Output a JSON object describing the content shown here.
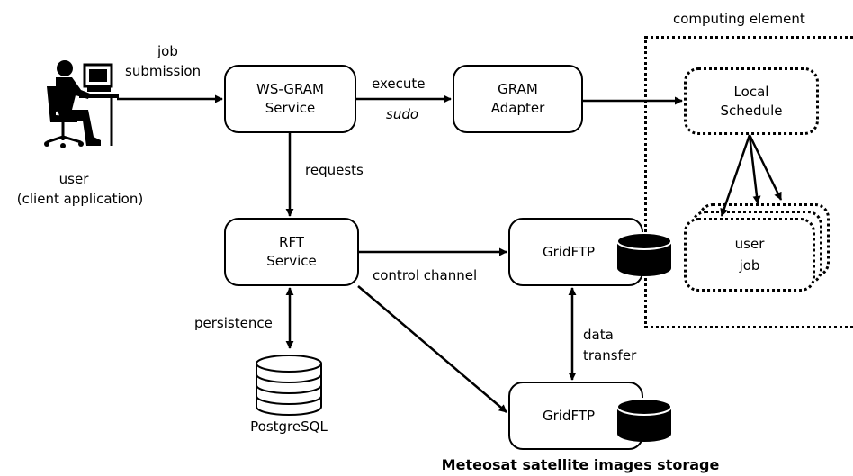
{
  "user": {
    "label": "user",
    "sublabel": "(client application)"
  },
  "edges": {
    "job": "job",
    "submission": "submission",
    "execute": "execute",
    "sudo": "sudo",
    "requests": "requests",
    "control_channel": "control channel",
    "persistence": "persistence",
    "data": "data",
    "transfer": "transfer"
  },
  "nodes": {
    "ws_gram": [
      "WS-GRAM",
      "Service"
    ],
    "gram_adapter": [
      "GRAM",
      "Adapter"
    ],
    "local_schedule": [
      "Local",
      "Schedule"
    ],
    "rft": [
      "RFT",
      "Service"
    ],
    "gridftp_top": "GridFTP",
    "gridftp_bottom": "GridFTP",
    "user_job": [
      "user",
      "job"
    ],
    "postgres": "PostgreSQL"
  },
  "computing_element": "computing element",
  "storage_caption": "Meteosat satellite images storage"
}
